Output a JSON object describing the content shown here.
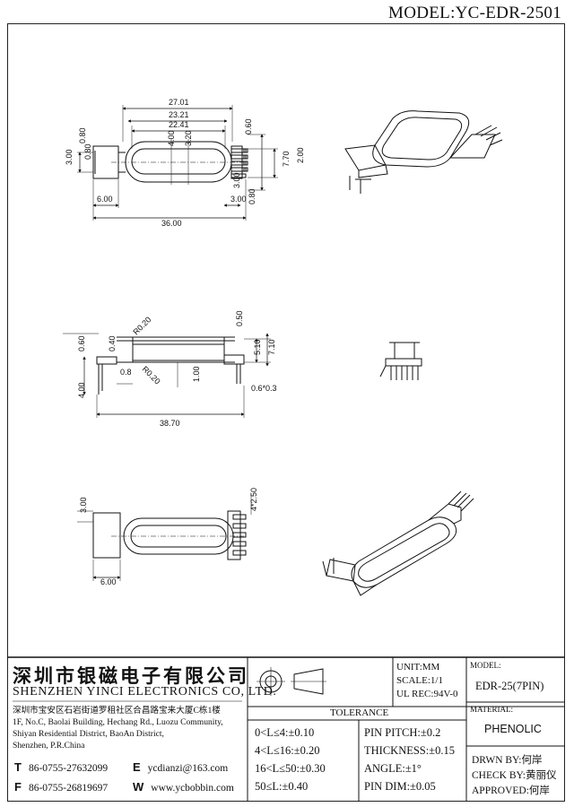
{
  "header": {
    "model_title": "MODEL:YC-EDR-2501"
  },
  "drawing": {
    "top_view": {
      "dims": [
        "27.01",
        "23.21",
        "22.41",
        "4.00",
        "3.20",
        "0.60",
        "2.00",
        "7.70",
        "0.80",
        "3.00",
        "0.80",
        "3.00",
        "6.00",
        "36.00",
        "3.00",
        "0.80"
      ]
    },
    "side_view": {
      "dims": [
        "0.60",
        "0.40",
        "R0.20",
        "R0.20",
        "0.50",
        "5.10",
        "7.10",
        "0.8",
        "1.00",
        "4.00",
        "38.70",
        "0.6*0.3"
      ]
    },
    "bottom_view": {
      "dims": [
        "3.00",
        "6.00",
        "4*2.50"
      ]
    }
  },
  "title_block": {
    "company_cn": "深圳市银磁电子有限公司",
    "company_en": "SHENZHEN YINCI ELECTRONICS CO, LTD.",
    "address_lines": [
      "深圳市宝安区石岩街道罗租社区合昌路宝来大厦C栋1楼",
      "1F, No.C, Baolai Building, Hechang Rd., Luozu Community,",
      "Shiyan Residential District, BaoAn District,",
      "Shenzhen, P.R.China"
    ],
    "tel": {
      "label": "T",
      "value": "86-0755-27632099"
    },
    "fax": {
      "label": "F",
      "value": "86-0755-26819697"
    },
    "email": {
      "label": "E",
      "value": "ycdianzi@163.com"
    },
    "web": {
      "label": "W",
      "value": "www.ycbobbin.com"
    },
    "unit": "UNIT:MM",
    "scale": "SCALE:1/1",
    "ul_rec": "UL REC:94V-0",
    "model_label": "MODEL:",
    "model_value": "EDR-25(7PIN)",
    "material_label": "MATERIAL:",
    "material_value": "PHENOLIC",
    "tolerance_title": "TOLERANCE",
    "tolerances": [
      "0<L≤4:±0.10",
      "4<L≤16:±0.20",
      "16<L≤50:±0.30",
      "50≤L:±0.40"
    ],
    "pin_specs": [
      "PIN PITCH:±0.2",
      "THICKNESS:±0.15",
      "ANGLE:±1°",
      "PIN DIM:±0.05"
    ],
    "drawn_by": "DRWN BY:何岸",
    "check_by": "CHECK BY:黄丽仪",
    "approved": "APPROVED:何岸"
  }
}
